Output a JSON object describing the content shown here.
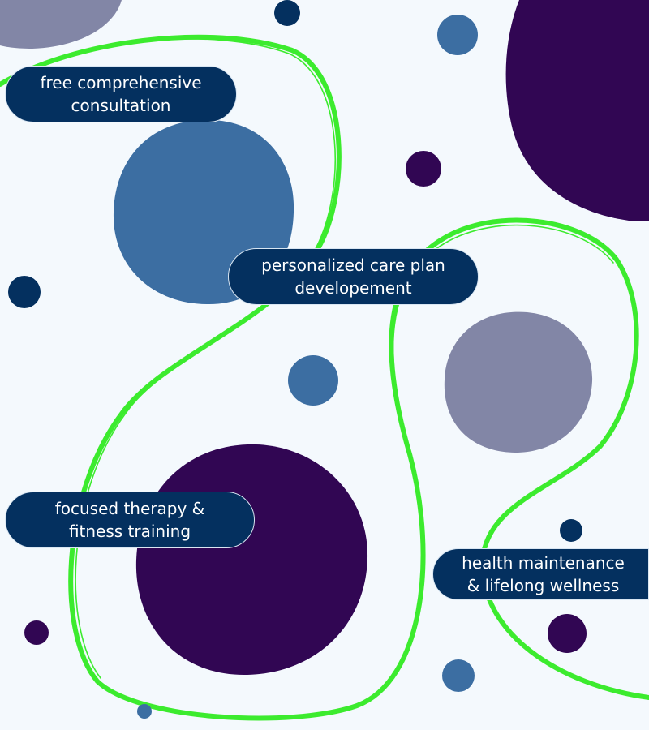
{
  "colors": {
    "background": "#f4f9fd",
    "navy": "#04305f",
    "steel_blue": "#3c6ea2",
    "slate": "#8286a6",
    "deep_purple": "#310653",
    "accent_line": "#3ceb2e",
    "pill_text": "#ffffff"
  },
  "steps": [
    {
      "line1": "free comprehensive",
      "line2": "consultation"
    },
    {
      "line1": "personalized care plan",
      "line2": "developement"
    },
    {
      "line1": "focused therapy &",
      "line2": "fitness training"
    },
    {
      "line1": "health maintenance",
      "line2": "& lifelong wellness"
    }
  ]
}
